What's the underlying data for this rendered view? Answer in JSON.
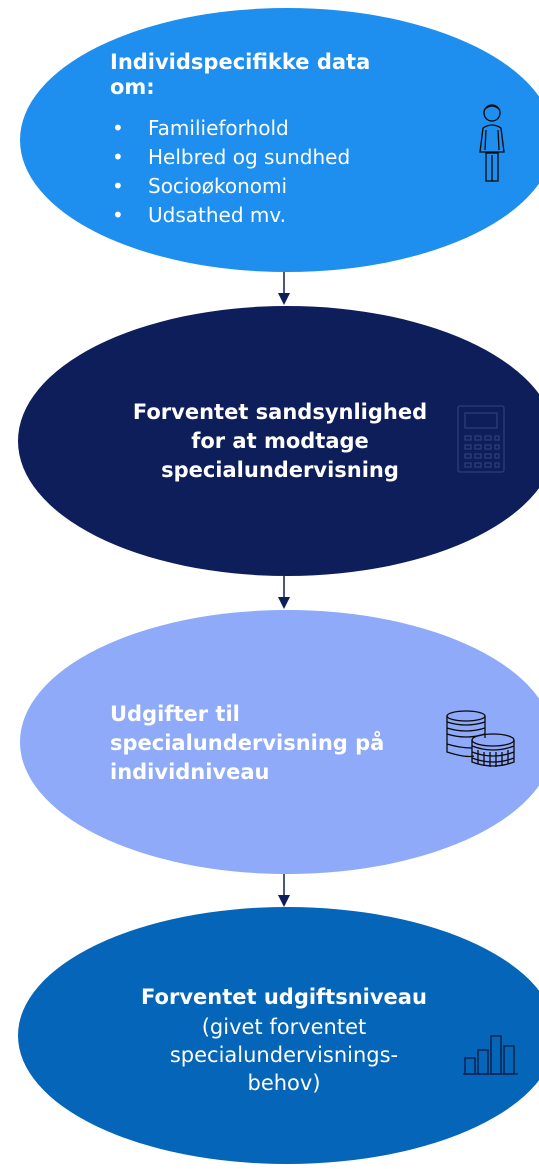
{
  "boxes": [
    {
      "title": "Individspecifikke data om:",
      "bullets": [
        "Familieforhold",
        "Helbred og sundhed",
        "Socioøkonomi",
        "Udsathed mv."
      ],
      "icon": "person-icon",
      "color": "#1e8eef"
    },
    {
      "title_lines": [
        "Forventet sandsynlighed",
        "for at modtage",
        "specialundervisning"
      ],
      "icon": "calculator-icon",
      "color": "#0d1e5a"
    },
    {
      "title_lines": [
        "Udgifter til",
        "specialundervisning på",
        "individniveau"
      ],
      "icon": "coins-icon",
      "color": "#8eaaf8"
    },
    {
      "title": "Forventet udgiftsniveau",
      "subtitle_lines": [
        "(givet forventet",
        "specialundervisnings-",
        "behov)"
      ],
      "icon": "bar-chart-icon",
      "color": "#0565b8"
    }
  ]
}
